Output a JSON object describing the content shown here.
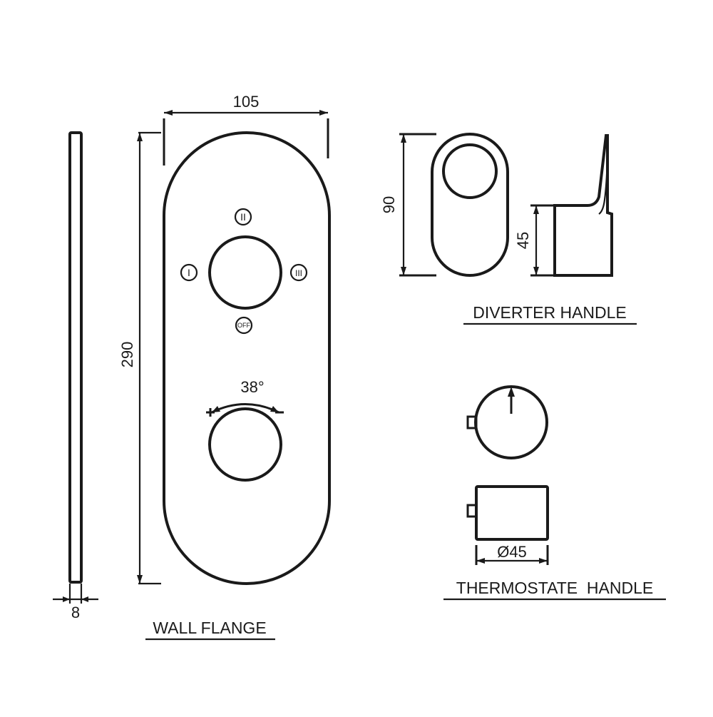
{
  "dimensions": {
    "flange_width": "105",
    "flange_height": "290",
    "flange_thickness": "8",
    "rotation_angle": "38°",
    "diverter_height": "90",
    "diverter_side_height": "45",
    "thermostat_diameter": "Ø45"
  },
  "diverter_positions": {
    "top": "II",
    "left": "I",
    "right": "III",
    "bottom": "OFF"
  },
  "labels": {
    "wall_flange": "WALL FLANGE",
    "diverter_handle": "DIVERTER HANDLE",
    "thermostat_handle": "THERMOSTATE  HANDLE"
  },
  "colors": {
    "line": "#1a1a1a",
    "background": "#ffffff"
  }
}
